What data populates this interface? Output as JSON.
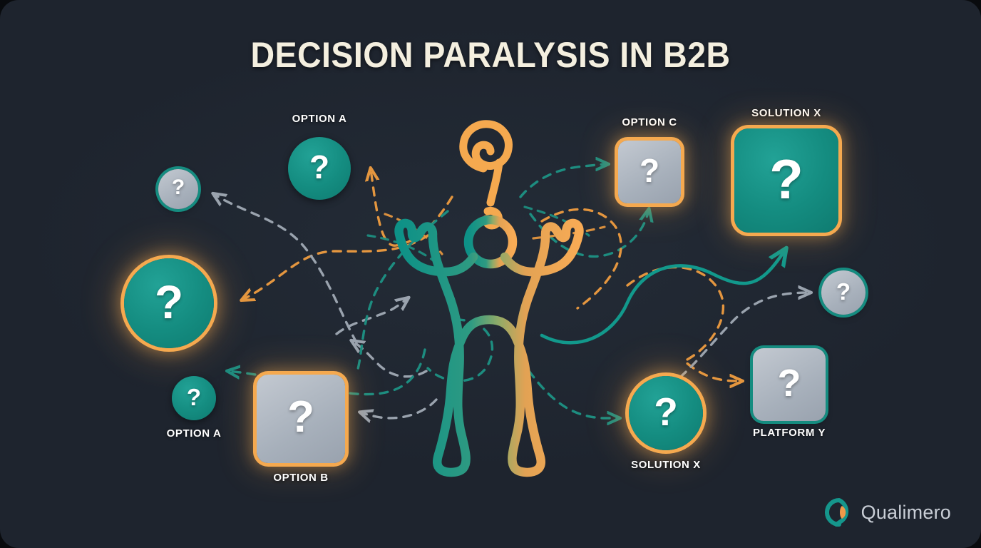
{
  "page": {
    "title": "DECISION PARALYSIS IN B2B",
    "background_color": "#1e242e",
    "accent_teal": "#148c80",
    "accent_orange": "#f5a94f",
    "grey": "#a7b0bb",
    "title_color": "#f4efdf"
  },
  "question_glyph": "?",
  "nodes": [
    {
      "id": "opt-a-top",
      "label": "OPTION A",
      "label_pos": "top",
      "shape": "circle",
      "fill": "teal",
      "ring": "none",
      "size": 88
    },
    {
      "id": "small-left",
      "label": "",
      "label_pos": "none",
      "shape": "circle",
      "fill": "grey",
      "ring": "teal",
      "size": 56
    },
    {
      "id": "big-left",
      "label": "",
      "label_pos": "none",
      "shape": "circle",
      "fill": "teal",
      "ring": "orange",
      "size": 126
    },
    {
      "id": "opt-a-bottom",
      "label": "OPTION A",
      "label_pos": "bottom",
      "shape": "circle",
      "fill": "teal",
      "ring": "none",
      "size": 62
    },
    {
      "id": "opt-b",
      "label": "OPTION B",
      "label_pos": "bottom",
      "shape": "square",
      "fill": "grey",
      "ring": "orange",
      "size": 124
    },
    {
      "id": "opt-c",
      "label": "OPTION C",
      "label_pos": "top",
      "shape": "square",
      "fill": "grey",
      "ring": "orange",
      "size": 88
    },
    {
      "id": "solution-x-top",
      "label": "SOLUTION X",
      "label_pos": "top",
      "shape": "square",
      "fill": "teal",
      "ring": "orange",
      "size": 146
    },
    {
      "id": "small-right",
      "label": "",
      "label_pos": "none",
      "shape": "circle",
      "fill": "grey",
      "ring": "teal",
      "size": 62
    },
    {
      "id": "platform-y",
      "label": "PLATFORM Y",
      "label_pos": "bottom",
      "shape": "square",
      "fill": "grey",
      "ring": "teal",
      "size": 102
    },
    {
      "id": "solution-x-bottom",
      "label": "SOLUTION X",
      "label_pos": "bottom",
      "shape": "circle",
      "fill": "teal",
      "ring": "orange",
      "size": 104
    }
  ],
  "center_figure": {
    "name": "confused-person",
    "description": "outlined human figure with raised arms",
    "gradient_from": "#0e9389",
    "gradient_to": "#f5a94f",
    "overhead_icon": "spiral-question-mark",
    "overhead_icon_color": "#f5a94f"
  },
  "logo": {
    "name": "Qualimero",
    "text": "Qualimero",
    "mark_teal": "#169б8c",
    "mark_orange": "#f09a4a"
  }
}
